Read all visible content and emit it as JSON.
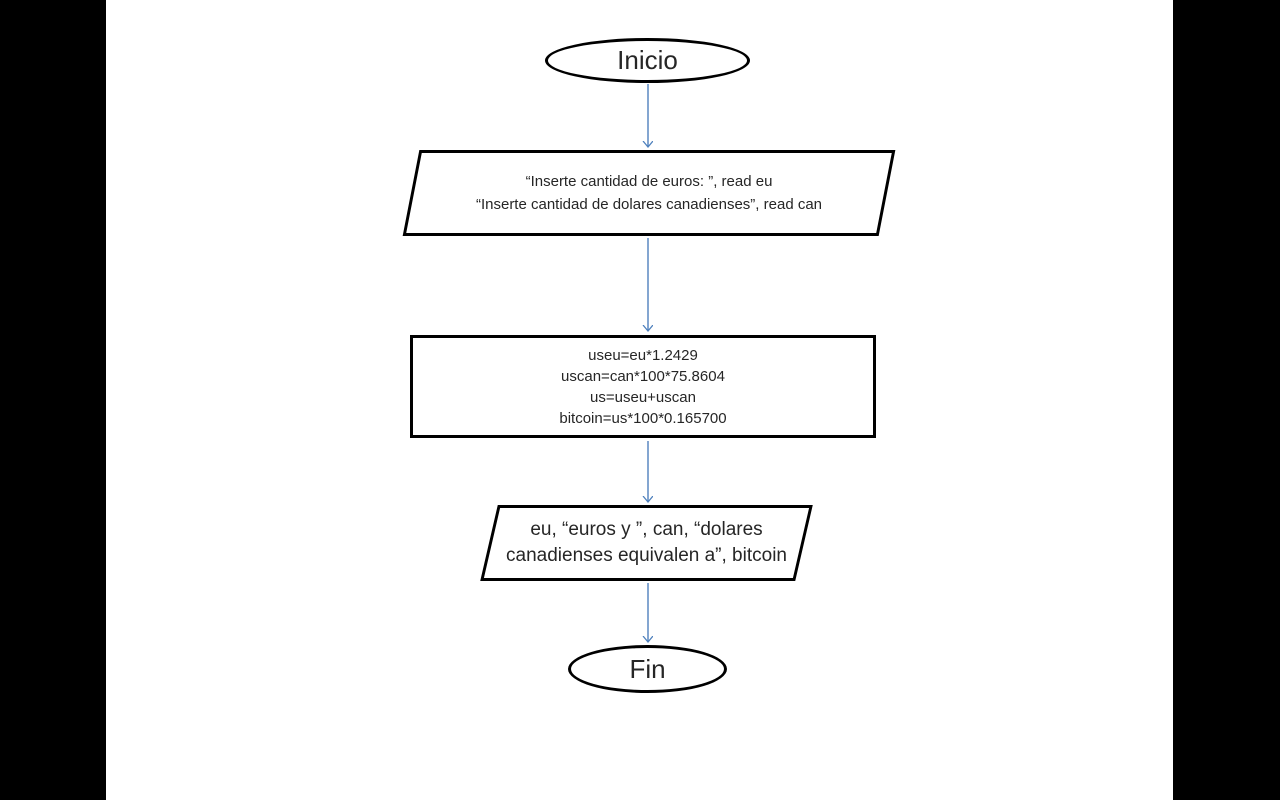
{
  "canvas": {
    "letterbox_color": "#000000",
    "slide_background": "#ffffff"
  },
  "flowchart": {
    "colors": {
      "border": "#000000",
      "arrow": "#4f81bd",
      "text": "#262626"
    },
    "nodes": [
      {
        "type": "terminator",
        "label": "Inicio"
      },
      {
        "type": "input-output",
        "lines": [
          "“Inserte cantidad de euros: ”, read eu",
          "“Inserte cantidad de dolares canadienses”, read can"
        ]
      },
      {
        "type": "process",
        "lines": [
          "useu=eu*1.2429",
          "uscan=can*100*75.8604",
          "us=useu+uscan",
          "bitcoin=us*100*0.165700"
        ]
      },
      {
        "type": "input-output",
        "lines": [
          "eu, “euros y ”, can, “dolares",
          "canadienses equivalen a”, bitcoin"
        ]
      },
      {
        "type": "terminator",
        "label": "Fin"
      }
    ]
  }
}
